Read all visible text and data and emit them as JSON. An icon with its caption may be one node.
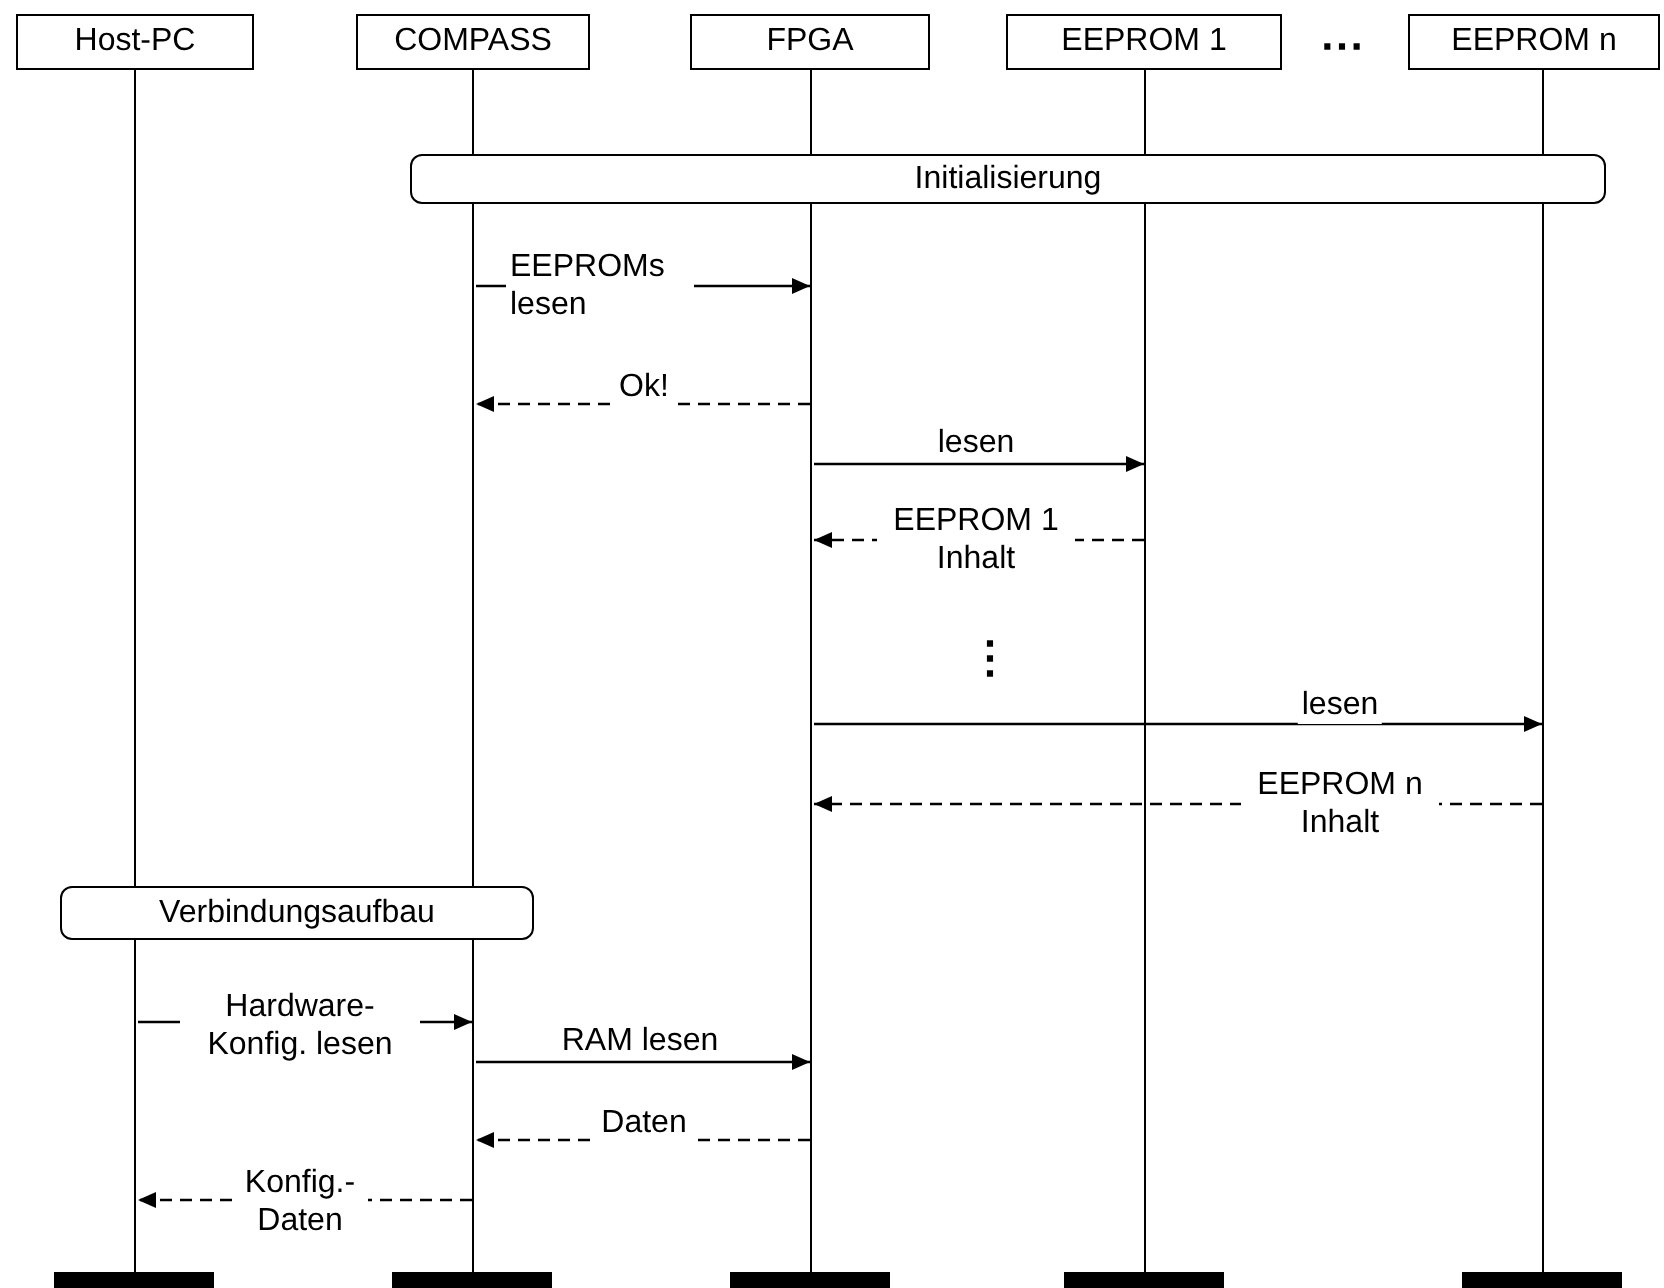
{
  "diagram": {
    "nodes": [
      {
        "text": [
          "Host-PC"
        ]
      },
      {
        "text": [
          "COMPASS"
        ]
      },
      {
        "text": [
          "FPGA"
        ]
      },
      {
        "text": [
          "EEPROM 1"
        ]
      },
      {
        "text": [
          "EEPROM n"
        ]
      },
      {
        "text": [
          "Initialisierung"
        ]
      },
      {
        "text": [
          "Verbindungsaufbau"
        ]
      },
      {
        "text": [],
        "shape": "bar"
      },
      {
        "text": [],
        "shape": "bar"
      },
      {
        "text": [],
        "shape": "bar"
      },
      {
        "text": [],
        "shape": "bar"
      },
      {
        "text": [],
        "shape": "bar"
      },
      {
        "text": [],
        "shape": "line"
      },
      {
        "text": [],
        "shape": "line"
      },
      {
        "text": [],
        "shape": "line"
      },
      {
        "text": [],
        "shape": "line"
      },
      {
        "text": [],
        "shape": "line"
      }
    ],
    "edges": [
      {
        "from": 13,
        "to": 14,
        "arrow": "to",
        "label": "EEPROMs lesen"
      },
      {
        "from": 14,
        "to": 13,
        "arrow": "to",
        "label": "Ok!",
        "style": "dashed"
      },
      {
        "from": 14,
        "to": 15,
        "arrow": "to",
        "label": "lesen"
      },
      {
        "from": 15,
        "to": 14,
        "arrow": "to",
        "label": "EEPROM 1 Inhalt",
        "style": "dashed"
      },
      {
        "from": 14,
        "to": 16,
        "arrow": "to",
        "label": "lesen"
      },
      {
        "from": 16,
        "to": 14,
        "arrow": "to",
        "label": "EEPROM n Inhalt",
        "style": "dashed"
      },
      {
        "from": 12,
        "to": 13,
        "arrow": "to",
        "label": "Hardware-Konfig. lesen"
      },
      {
        "from": 13,
        "to": 14,
        "arrow": "to",
        "label": "RAM lesen"
      },
      {
        "from": 14,
        "to": 13,
        "arrow": "to",
        "label": "Daten",
        "style": "dashed"
      },
      {
        "from": 13,
        "to": 12,
        "arrow": "to",
        "label": "Konfig.-Daten",
        "style": "dashed"
      }
    ],
    "labels": [
      "⋯",
      "⋮"
    ]
  }
}
